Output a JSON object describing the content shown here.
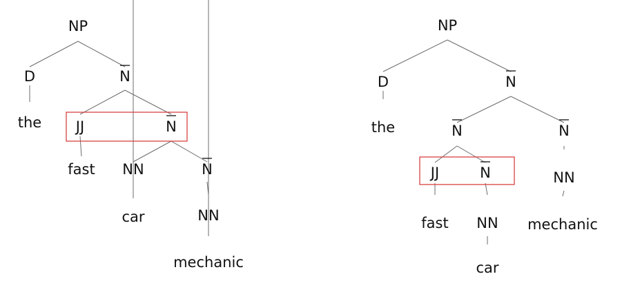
{
  "trees": [
    {
      "name": "left-tree",
      "nodes": [
        {
          "id": "np",
          "label": "NP",
          "bar": false
        },
        {
          "id": "d",
          "label": "D",
          "bar": false
        },
        {
          "id": "n1",
          "label": "N",
          "bar": true
        },
        {
          "id": "the",
          "label": "the",
          "bar": false
        },
        {
          "id": "jj",
          "label": "JJ",
          "bar": false
        },
        {
          "id": "n2",
          "label": "N",
          "bar": true
        },
        {
          "id": "fast",
          "label": "fast",
          "bar": false
        },
        {
          "id": "nn1",
          "label": "NN",
          "bar": false
        },
        {
          "id": "n3",
          "label": "N",
          "bar": true
        },
        {
          "id": "car",
          "label": "car",
          "bar": false
        },
        {
          "id": "nn2",
          "label": "NN",
          "bar": false
        },
        {
          "id": "mechanic",
          "label": "mechanic",
          "bar": false
        }
      ],
      "edges": [
        [
          "np",
          "d"
        ],
        [
          "np",
          "n1"
        ],
        [
          "d",
          "the"
        ],
        [
          "n1",
          "jj"
        ],
        [
          "n1",
          "n2"
        ],
        [
          "jj",
          "fast"
        ],
        [
          "n2",
          "nn1"
        ],
        [
          "n2",
          "n3"
        ],
        [
          "nn1",
          "car"
        ],
        [
          "n3",
          "nn2"
        ],
        [
          "nn2",
          "mechanic"
        ]
      ],
      "highlight": [
        "jj",
        "n2"
      ]
    },
    {
      "name": "right-tree",
      "nodes": [
        {
          "id": "np",
          "label": "NP",
          "bar": false
        },
        {
          "id": "d",
          "label": "D",
          "bar": false
        },
        {
          "id": "n1",
          "label": "N",
          "bar": true
        },
        {
          "id": "the",
          "label": "the",
          "bar": false
        },
        {
          "id": "n2",
          "label": "N",
          "bar": true
        },
        {
          "id": "n3",
          "label": "N",
          "bar": true
        },
        {
          "id": "jj",
          "label": "JJ",
          "bar": false
        },
        {
          "id": "n4",
          "label": "N",
          "bar": true
        },
        {
          "id": "nn1",
          "label": "NN",
          "bar": false
        },
        {
          "id": "fast",
          "label": "fast",
          "bar": false
        },
        {
          "id": "nn2",
          "label": "NN",
          "bar": false
        },
        {
          "id": "mechanic",
          "label": "mechanic",
          "bar": false
        },
        {
          "id": "car",
          "label": "car",
          "bar": false
        }
      ],
      "edges": [
        [
          "np",
          "d"
        ],
        [
          "np",
          "n1"
        ],
        [
          "d",
          "the"
        ],
        [
          "n1",
          "n2"
        ],
        [
          "n1",
          "n3"
        ],
        [
          "n2",
          "jj"
        ],
        [
          "n2",
          "n4"
        ],
        [
          "n3",
          "nn1"
        ],
        [
          "jj",
          "fast"
        ],
        [
          "n4",
          "nn2"
        ],
        [
          "nn1",
          "mechanic"
        ],
        [
          "nn2",
          "car"
        ]
      ],
      "highlight": [
        "jj",
        "n4"
      ]
    }
  ],
  "colors": {
    "text": "#111111",
    "edge": "#6b6b6b",
    "highlight": "#d94141"
  }
}
